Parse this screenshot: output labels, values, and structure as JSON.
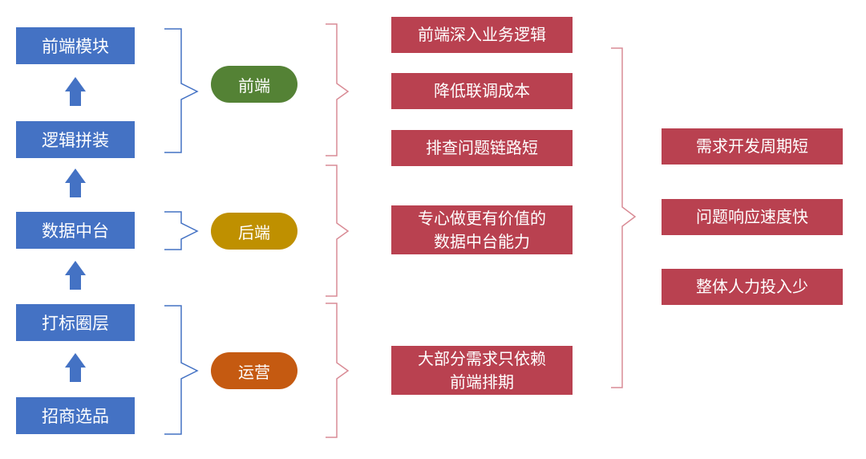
{
  "colors": {
    "layer_blue": "#4472c4",
    "brace_blue": "#4472c4",
    "frontend_green": "#548235",
    "backend_gold": "#bf9000",
    "ops_orange": "#c55a11",
    "benefit_red": "#b94150",
    "brace_red": "#d98b95"
  },
  "layers": {
    "frontend_module": "前端模块",
    "logic_assembly": "逻辑拼装",
    "data_platform": "数据中台",
    "tag_segment": "打标圈层",
    "merch_selection": "招商选品"
  },
  "roles": {
    "frontend": "前端",
    "backend": "后端",
    "operations": "运营"
  },
  "role_benefits": {
    "frontend_business_logic": "前端深入业务逻辑",
    "lower_integration_cost": "降低联调成本",
    "short_debug_chain": "排查问题链路短",
    "backend_focus_line1": "专心做更有价值的",
    "backend_focus_line2": "数据中台能力",
    "ops_depend_line1": "大部分需求只依赖",
    "ops_depend_line2": "前端排期"
  },
  "outcomes": {
    "short_dev_cycle": "需求开发周期短",
    "fast_response": "问题响应速度快",
    "less_manpower": "整体人力投入少"
  }
}
